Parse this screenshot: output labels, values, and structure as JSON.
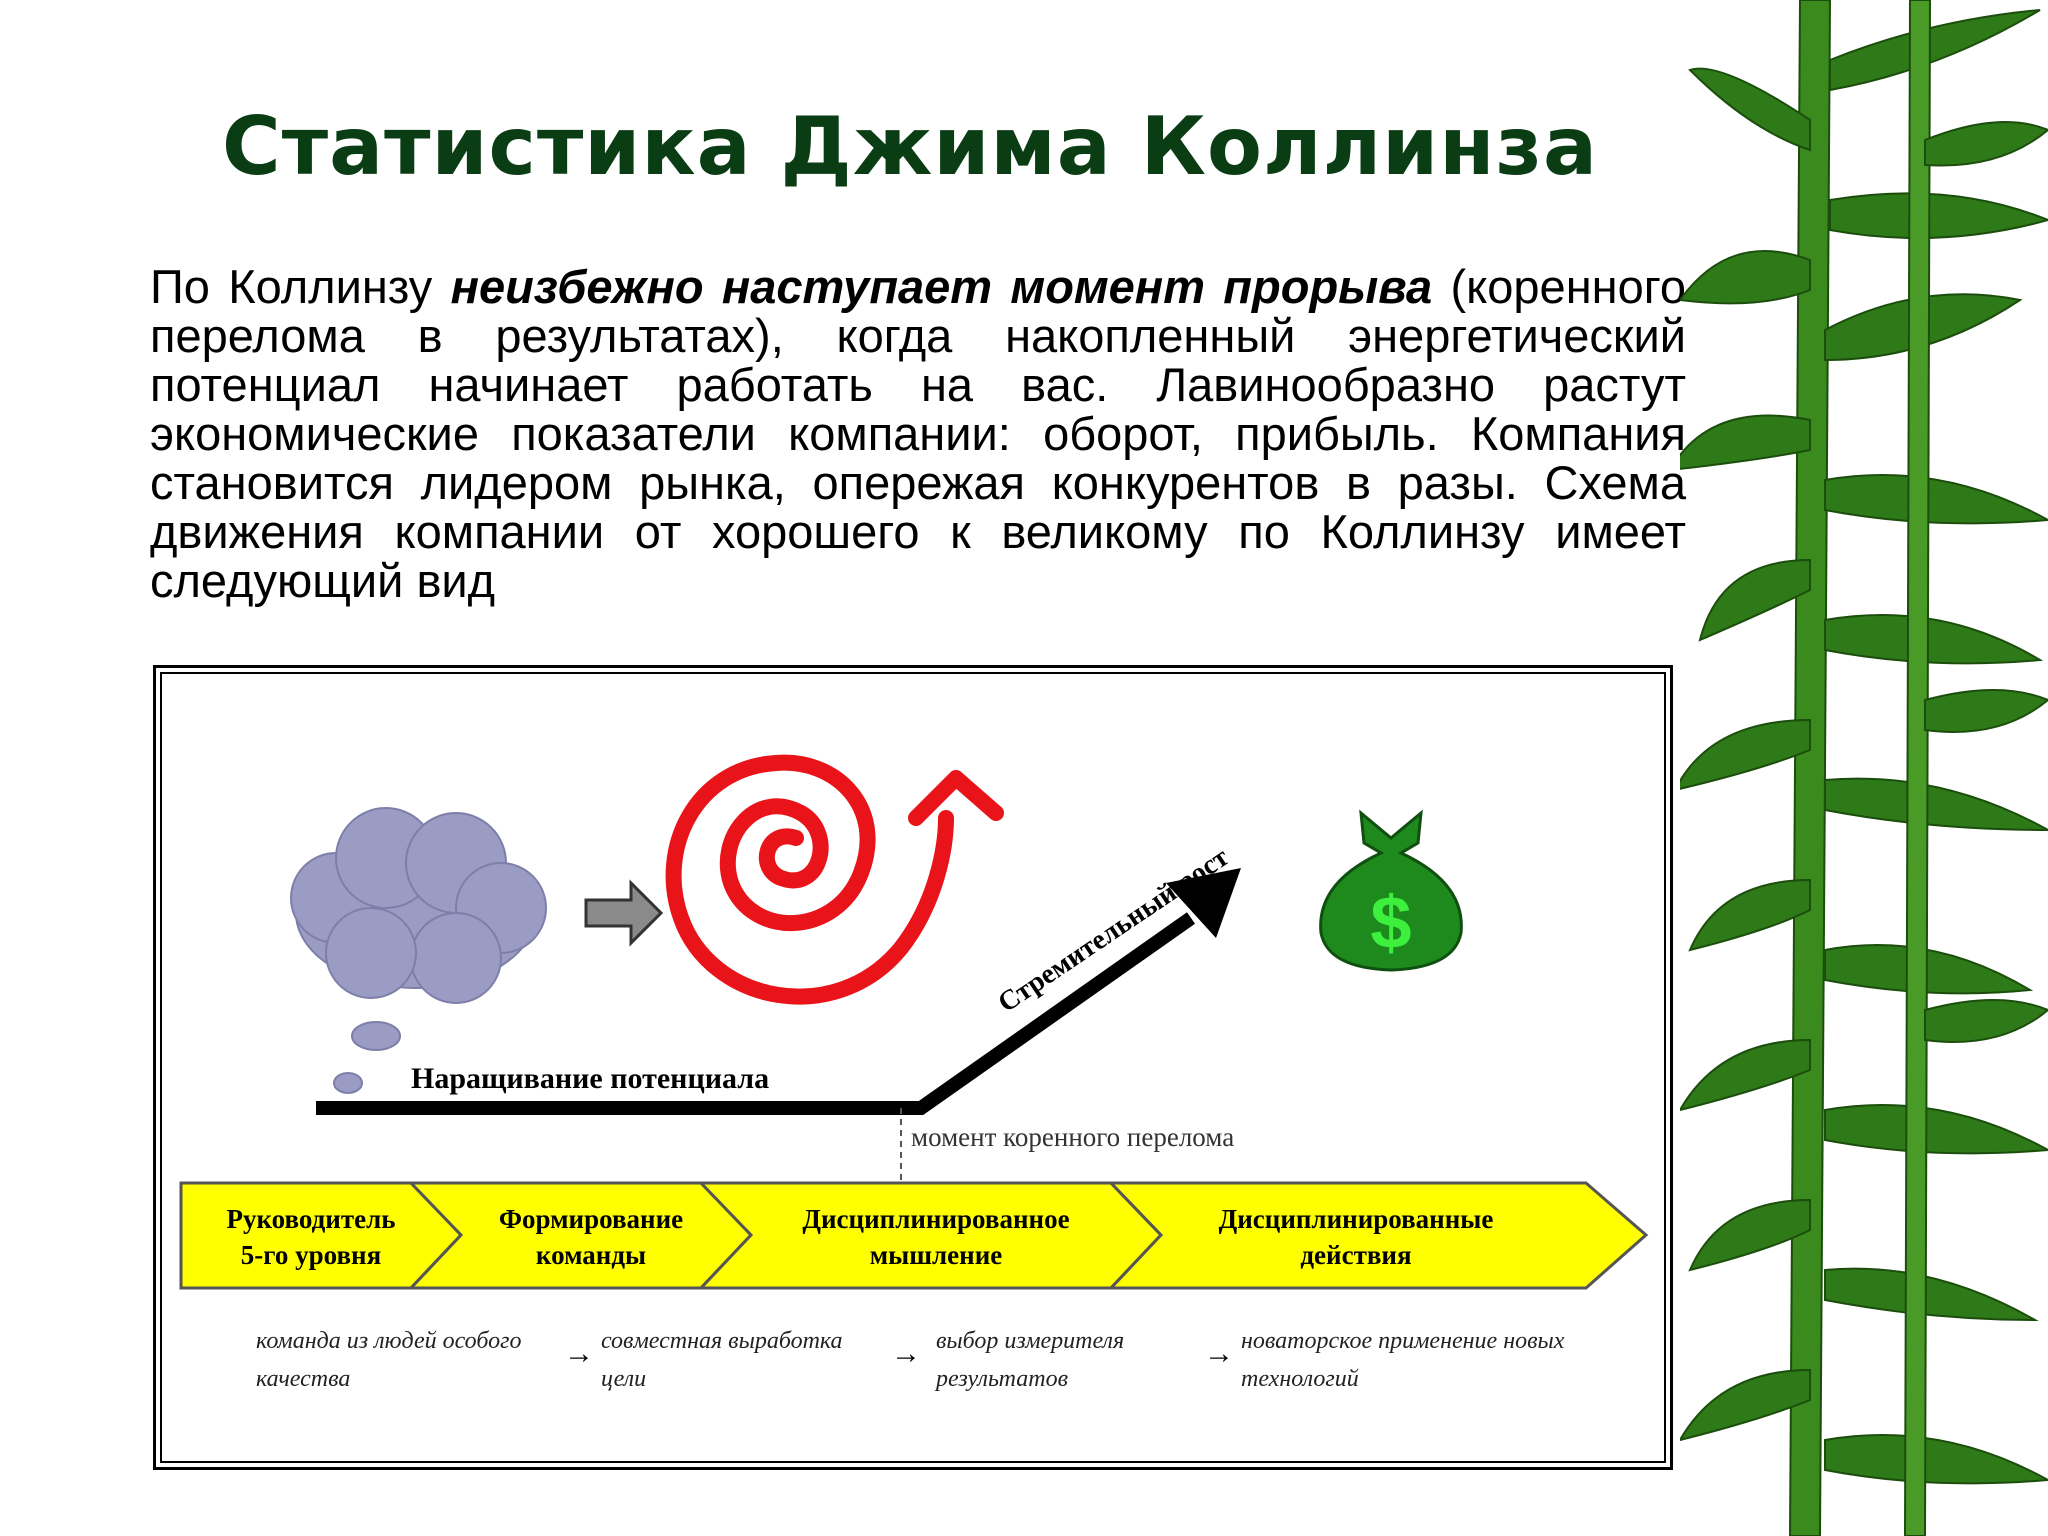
{
  "title": "Статистика Джима Коллинза",
  "paragraph": {
    "intro": "По Коллинзу ",
    "emphasis": "неизбежно наступает момент прорыва",
    "rest": " (коренного перелома в результатах), когда накопленный энергетический потенциал начинает работать на вас. Лавинообразно растут экономические показатели компании: оборот, прибыль. Компания становится лидером рынка, опережая конкурентов в разы. Схема движения компании от хорошего к великому по Коллинзу имеет следующий вид"
  },
  "diagram": {
    "baseline_label": "Наращивание потенциала",
    "growth_label": "Стремительный рост",
    "breakthrough_label": "момент коренного перелома",
    "money_symbol": "$",
    "stages": [
      {
        "line1": "Руководитель",
        "line2": "5-го уровня"
      },
      {
        "line1": "Формирование",
        "line2": "команды"
      },
      {
        "line1": "Дисциплинированное",
        "line2": "мышление"
      },
      {
        "line1": "Дисциплинированные",
        "line2": "действия"
      }
    ],
    "notes": [
      {
        "line1": "команда из людей особого",
        "line2": "качества"
      },
      {
        "line1": "совместная выработка",
        "line2": "цели"
      },
      {
        "line1": "выбор измерителя",
        "line2": "результатов"
      },
      {
        "line1": "новаторское применение новых",
        "line2": "технологий"
      }
    ],
    "colors": {
      "spiral": "#e8141a",
      "stage_fill": "#ffff00",
      "cloud": "#9a9cc4",
      "money_bag": "#1e8a1e",
      "title": "#0a3d14"
    },
    "icons": [
      "cloud-icon",
      "arrow-right-icon",
      "spiral-icon",
      "money-bag-icon"
    ]
  }
}
